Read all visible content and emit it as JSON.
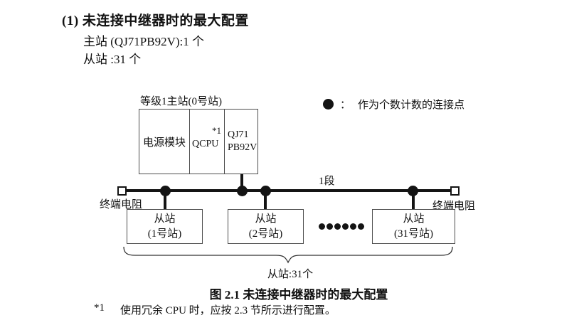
{
  "colors": {
    "ink": "#141414",
    "box_border": "#4d4d4d",
    "background": "#ffffff"
  },
  "page": {
    "heading": "(1) 未连接中继器时的最大配置",
    "master_line": "主站 (QJ71PB92V):1 个",
    "slave_line": "从站 :31 个"
  },
  "legend": {
    "symbol_name": "connection-point-dot",
    "separator": "：",
    "label": "作为个数计数的连接点"
  },
  "diagram": {
    "master_label": "等级1主站(0号站)",
    "power_module": "电源模块",
    "cpu_module": "QCPU",
    "cpu_footnote_ref": "*1",
    "pb_module_line1": "QJ71",
    "pb_module_line2": "PB92V",
    "segment_label": "1段",
    "terminator_left_label": "终端电阻",
    "terminator_right_label": "终端电阻",
    "slaves": [
      {
        "line1": "从站",
        "line2": "(1号站)"
      },
      {
        "line1": "从站",
        "line2": "(2号站)"
      },
      {
        "line1": "从站",
        "line2": "(31号站)"
      }
    ],
    "ellipsis_dot_count": 6,
    "brace_label": "从站:31个"
  },
  "caption": "图 2.1 未连接中继器时的最大配置",
  "footnote": {
    "ref": "*1",
    "text": "使用冗余 CPU 时，应按 2.3 节所示进行配置。"
  }
}
